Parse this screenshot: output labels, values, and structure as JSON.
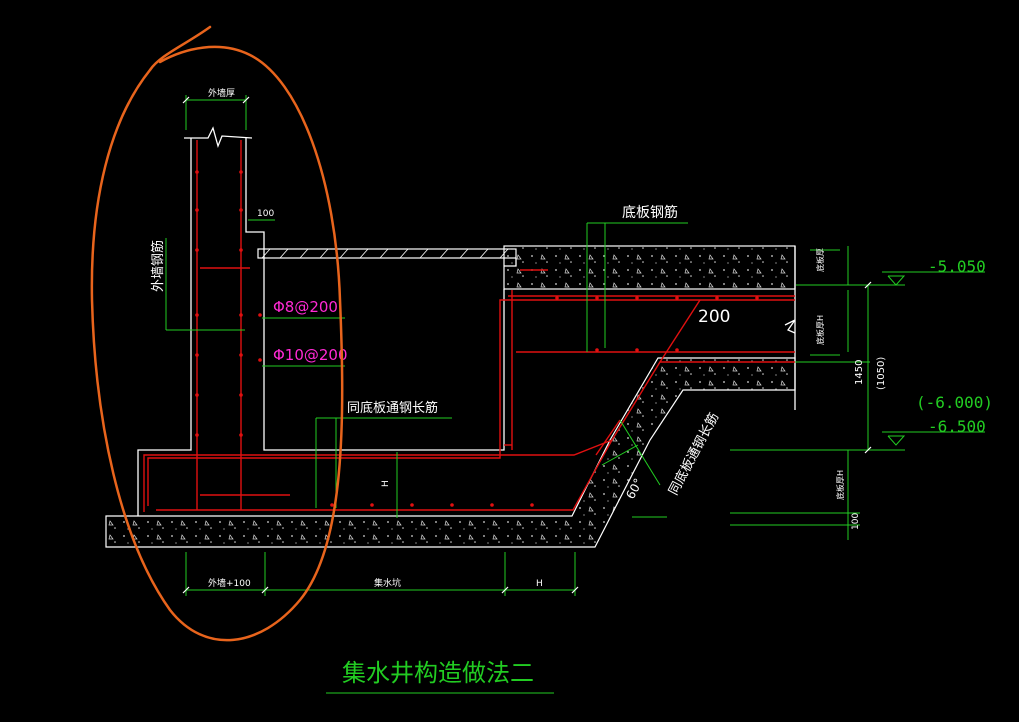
{
  "drawing": {
    "title": "集水井构造做法二",
    "labels": {
      "outer_wall_thickness": "外墙厚",
      "outer_wall_rebar": "外墙钢筋",
      "slab_rebar": "底板钢筋",
      "same_slab_long_rebar": "同底板通钢长筋",
      "same_slab_long_rebar_diag": "同底板通钢长筋",
      "rebar_phi8": "Φ8@200",
      "rebar_phi10": "Φ10@200",
      "dim_100_top": "100",
      "dim_200": "200",
      "dim_H_vertical": "H",
      "dim_outer_wall_plus_100": "外墙+100",
      "dim_pit_width": "集水坑",
      "dim_H_bottom": "H",
      "dim_1450": "1450",
      "dim_1050": "(1050)",
      "dim_100_right": "100",
      "slab_thickness_top": "底板厚",
      "slab_thickness_mid": "底板厚H",
      "slab_thickness_bottom": "底板厚H",
      "angle": "60°",
      "elev_1": "-5.050",
      "elev_2": "(-6.000)",
      "elev_3": "-6.500"
    },
    "colors": {
      "background": "#000000",
      "outline": "#ffffff",
      "rebar": "#e01010",
      "dimension": "#22cc22",
      "magenta_text": "#ff2ad4",
      "annotation_circle": "#e8641c"
    }
  }
}
